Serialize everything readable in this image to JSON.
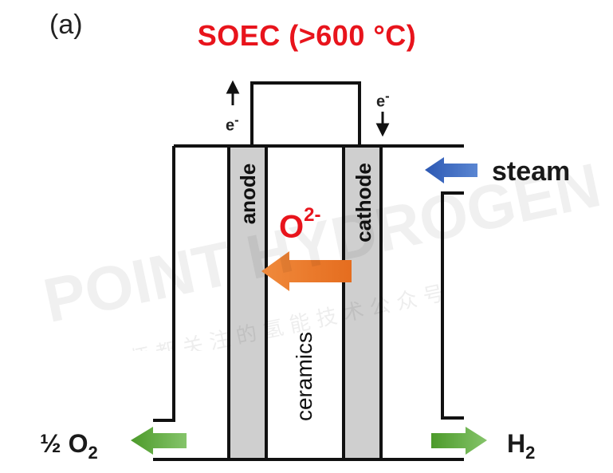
{
  "panel_label": "(a)",
  "title": "SOEC (>600 °C)",
  "electrodes": {
    "anode": "anode",
    "cathode": "cathode",
    "electrolyte": "ceramics"
  },
  "ion": {
    "base": "O",
    "charge": "2-"
  },
  "electron": {
    "left": "e",
    "right": "e",
    "superscript": "-"
  },
  "inlet": {
    "label": "steam"
  },
  "outlets": {
    "left": {
      "prefix": "½ O",
      "sub": "2"
    },
    "right": {
      "prefix": "H",
      "sub": "2"
    }
  },
  "colors": {
    "title": "#e8141c",
    "electrode_fill": "#cfcfcf",
    "ion_arrow": "#ee7d31",
    "steam_arrow": "#3d6cc0",
    "product_arrow": "#6ab04c",
    "line": "#111111"
  },
  "watermark": {
    "text": "POINT HYDROGEN",
    "subtext": "工 程 师 都 关 注 的 氢 能 技 术 公 众 号"
  }
}
